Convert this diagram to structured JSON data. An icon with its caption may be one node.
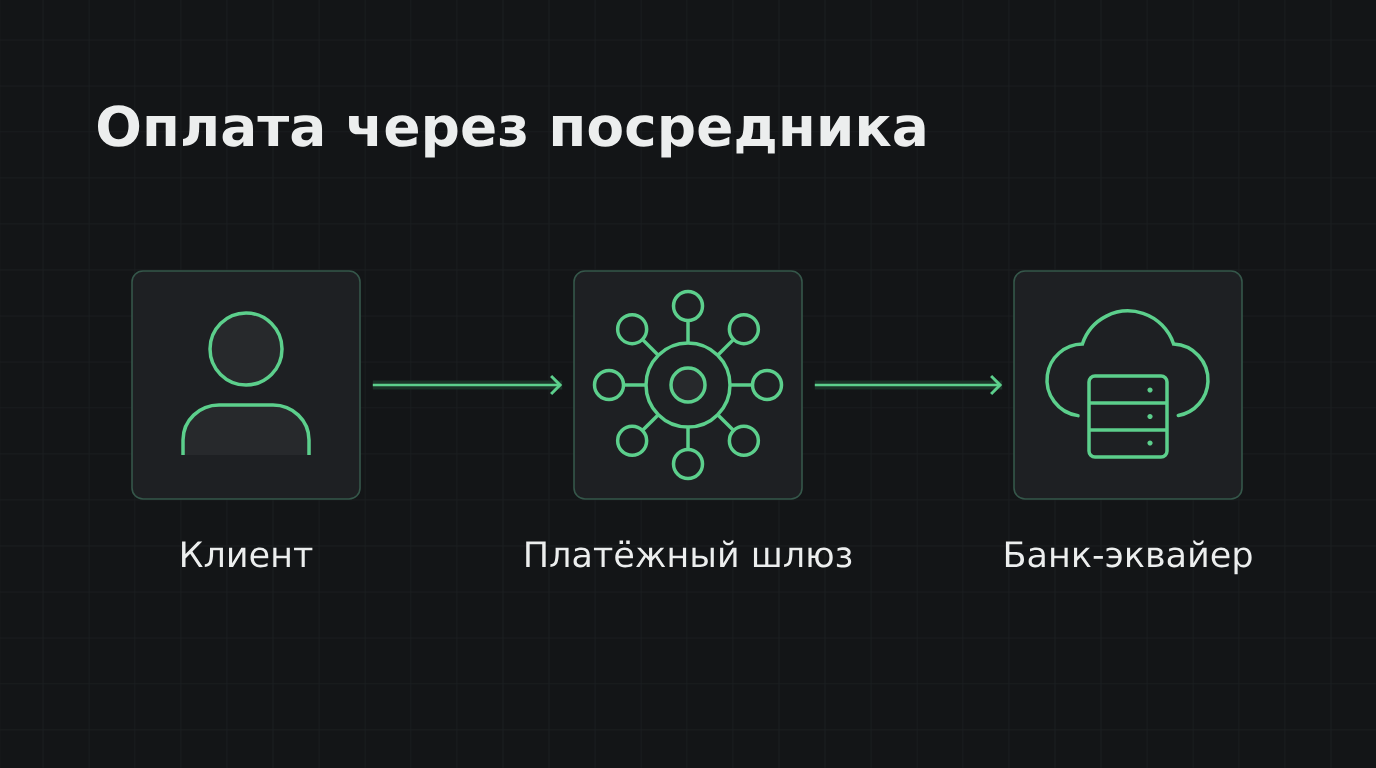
{
  "diagram": {
    "title": "Оплата через посредника",
    "nodes": [
      {
        "text": [
          "Клиент"
        ]
      },
      {
        "text": [
          "Платёжный шлюз"
        ]
      },
      {
        "text": [
          "Банк-эквайер"
        ]
      }
    ],
    "edges": [
      {
        "from": 0,
        "to": 1,
        "arrow": "to"
      },
      {
        "from": 1,
        "to": 2,
        "arrow": "to"
      }
    ]
  }
}
